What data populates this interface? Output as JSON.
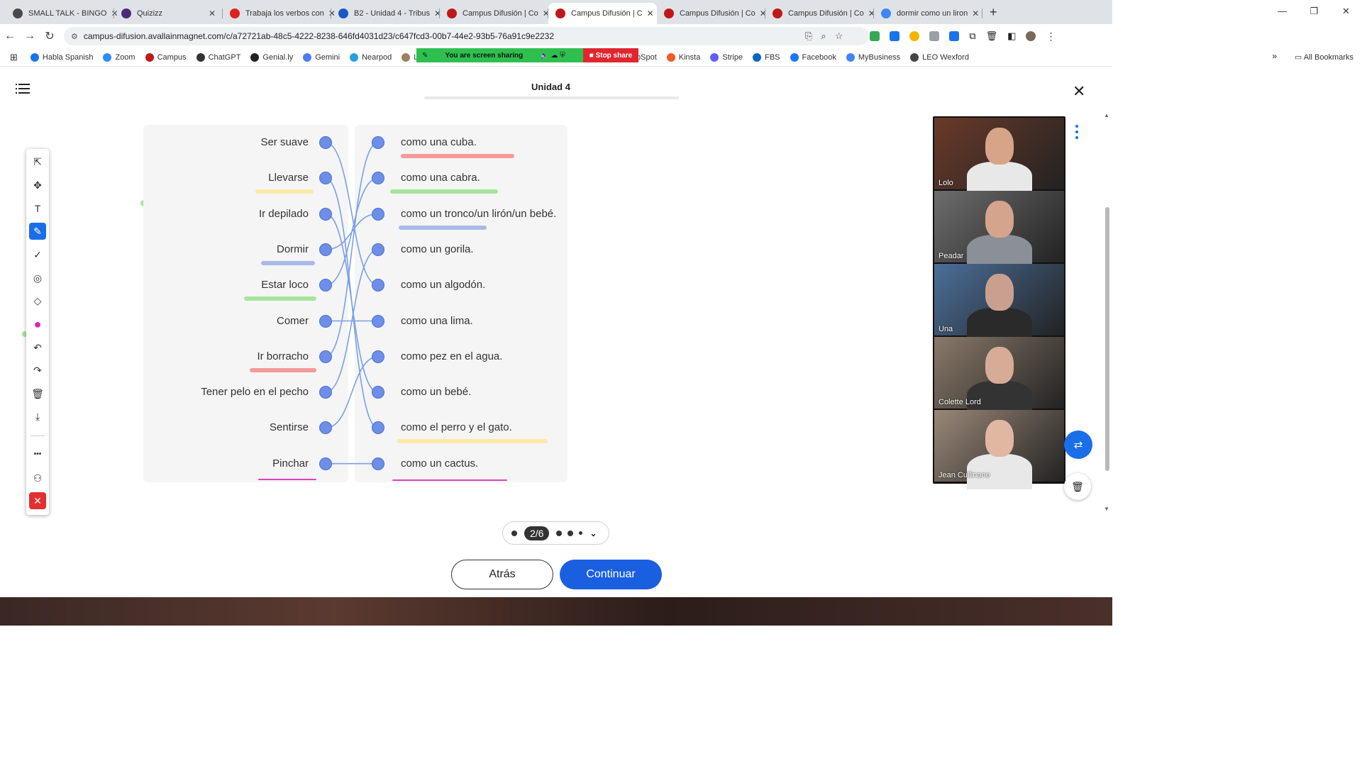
{
  "tabs": [
    {
      "title": "SMALL TALK - BINGO",
      "fav": "#4a4a4a",
      "active": false
    },
    {
      "title": "Quizizz",
      "fav": "#4b2a7a",
      "active": false
    },
    {
      "title": "Trabaja los verbos con",
      "fav": "#e02020",
      "active": false
    },
    {
      "title": "B2 - Unidad 4 - Tribus",
      "fav": "#1a56c8",
      "active": false
    },
    {
      "title": "Campus Difusión | Co",
      "fav": "#c01818",
      "active": false
    },
    {
      "title": "Campus Difusión | C",
      "fav": "#c01818",
      "active": true
    },
    {
      "title": "Campus Difusión | Co",
      "fav": "#c01818",
      "active": false
    },
    {
      "title": "Campus Difusión | Co",
      "fav": "#c01818",
      "active": false
    },
    {
      "title": "dormir como un liron",
      "fav": "#4285f4",
      "active": false
    }
  ],
  "browser": {
    "url": "campus-difusion.avallainmagnet.com/c/a72721ab-48c5-4222-8238-646fd4031d23/c647fcd3-00b7-44e2-93b5-76a91c9e2232",
    "new_tab": "+",
    "all_bookmarks": "All Bookmarks",
    "bookmarks_more": "»"
  },
  "bookmarks": [
    {
      "label": "Habla Spanish",
      "color": "#1a73e8"
    },
    {
      "label": "Zoom",
      "color": "#2d8cff"
    },
    {
      "label": "Campus",
      "color": "#c01818"
    },
    {
      "label": "ChatGPT",
      "color": "#333333"
    },
    {
      "label": "Genial.ly",
      "color": "#222222"
    },
    {
      "label": "Gemini",
      "color": "#4e7cf5"
    },
    {
      "label": "Nearpod",
      "color": "#2aa0d8"
    },
    {
      "label": "Learnin",
      "color": "#a08060"
    },
    {
      "label": "HubSpot",
      "color": "#ff7a59"
    },
    {
      "label": "Kinsta",
      "color": "#ef5b25"
    },
    {
      "label": "Stripe",
      "color": "#635bff"
    },
    {
      "label": "FBS",
      "color": "#0a66c2"
    },
    {
      "label": "Facebook",
      "color": "#1877f2"
    },
    {
      "label": "MyBusiness",
      "color": "#4285f4"
    },
    {
      "label": "LEO Wexford",
      "color": "#444444"
    }
  ],
  "sharing": {
    "message": "You are screen sharing",
    "stop": "Stop share"
  },
  "header": {
    "title": "Unidad 4",
    "close": "✕",
    "progress": 0.0
  },
  "exercise": {
    "left": [
      "Ser suave",
      "Llevarse",
      "Ir depilado",
      "Dormir",
      "Estar loco",
      "Comer",
      "Ir borracho",
      "Tener pelo en el pecho",
      "Sentirse",
      "Pinchar"
    ],
    "right": [
      "como una cuba.",
      "como una cabra.",
      "como un tronco/un lirón/un bebé.",
      "como un gorila.",
      "como un algodón.",
      "como una lima.",
      "como pez en el agua.",
      "como un bebé.",
      "como el perro y el gato.",
      "como un cactus."
    ],
    "connections": [
      [
        0,
        4
      ],
      [
        1,
        8
      ],
      [
        2,
        7
      ],
      [
        3,
        2
      ],
      [
        4,
        1
      ],
      [
        5,
        5
      ],
      [
        6,
        0
      ],
      [
        7,
        3
      ],
      [
        8,
        6
      ],
      [
        9,
        9
      ]
    ],
    "left_highlights": [
      {
        "row": 1,
        "color": "#fbe9a6"
      },
      {
        "row": 3,
        "color": "#a9b9ea"
      },
      {
        "row": 4,
        "color": "#a6e59a"
      },
      {
        "row": 6,
        "color": "#f59a9a"
      },
      {
        "row": 9,
        "color": "#e040c0"
      }
    ],
    "right_highlights": [
      {
        "row": 0,
        "color": "#f59a9a"
      },
      {
        "row": 1,
        "color": "#a6e59a"
      },
      {
        "row": 2,
        "color": "#a9b9ea"
      },
      {
        "row": 8,
        "color": "#fbe9a6"
      },
      {
        "row": 9,
        "color": "#e040c0"
      }
    ],
    "line_color": "#7aa0e8",
    "dot_color": "#6d8fe8"
  },
  "toolbar": {
    "tools": [
      {
        "name": "pointer-tool",
        "glyph": "⇱"
      },
      {
        "name": "move-tool",
        "glyph": "✥"
      },
      {
        "name": "text-tool",
        "glyph": "T"
      },
      {
        "name": "pen-tool",
        "glyph": "✎"
      },
      {
        "name": "check-tool",
        "glyph": "✓"
      },
      {
        "name": "spotlight-tool",
        "glyph": "◎"
      },
      {
        "name": "eraser-tool",
        "glyph": "◇"
      },
      {
        "name": "color-tool",
        "glyph": "●"
      },
      {
        "name": "undo-tool",
        "glyph": "↶"
      },
      {
        "name": "redo-tool",
        "glyph": "↷"
      },
      {
        "name": "clear-tool",
        "glyph": "🗑"
      },
      {
        "name": "save-tool",
        "glyph": "⤓"
      },
      {
        "name": "more-tool",
        "glyph": "•••"
      },
      {
        "name": "participants-tool",
        "glyph": "⚇"
      },
      {
        "name": "close-annotation-tool",
        "glyph": "✕"
      }
    ],
    "selected": "pen-tool",
    "pen_color": "#e020c0"
  },
  "participants": [
    {
      "name": "Lolo",
      "bg": "#6a3a2a",
      "skin": "#d8a488",
      "shirt": "#e8e8e8",
      "active": true
    },
    {
      "name": "Peadar",
      "bg": "#6d6d6d",
      "skin": "#d4a48c",
      "shirt": "#8a8f98",
      "active": false
    },
    {
      "name": "Una",
      "bg": "#4c6f9a",
      "skin": "#c9a08f",
      "shirt": "#2a2a2a",
      "active": false
    },
    {
      "name": "Colette Lord",
      "bg": "#8a7a6a",
      "skin": "#d6ac96",
      "shirt": "#333333",
      "active": false
    },
    {
      "name": "Jean Cullinane",
      "bg": "#9a8878",
      "skin": "#e0b8a2",
      "shirt": "#e8e8e8",
      "active": false
    }
  ],
  "pager": {
    "current": "2/6"
  },
  "buttons": {
    "back": "Atrás",
    "next": "Continuar"
  }
}
